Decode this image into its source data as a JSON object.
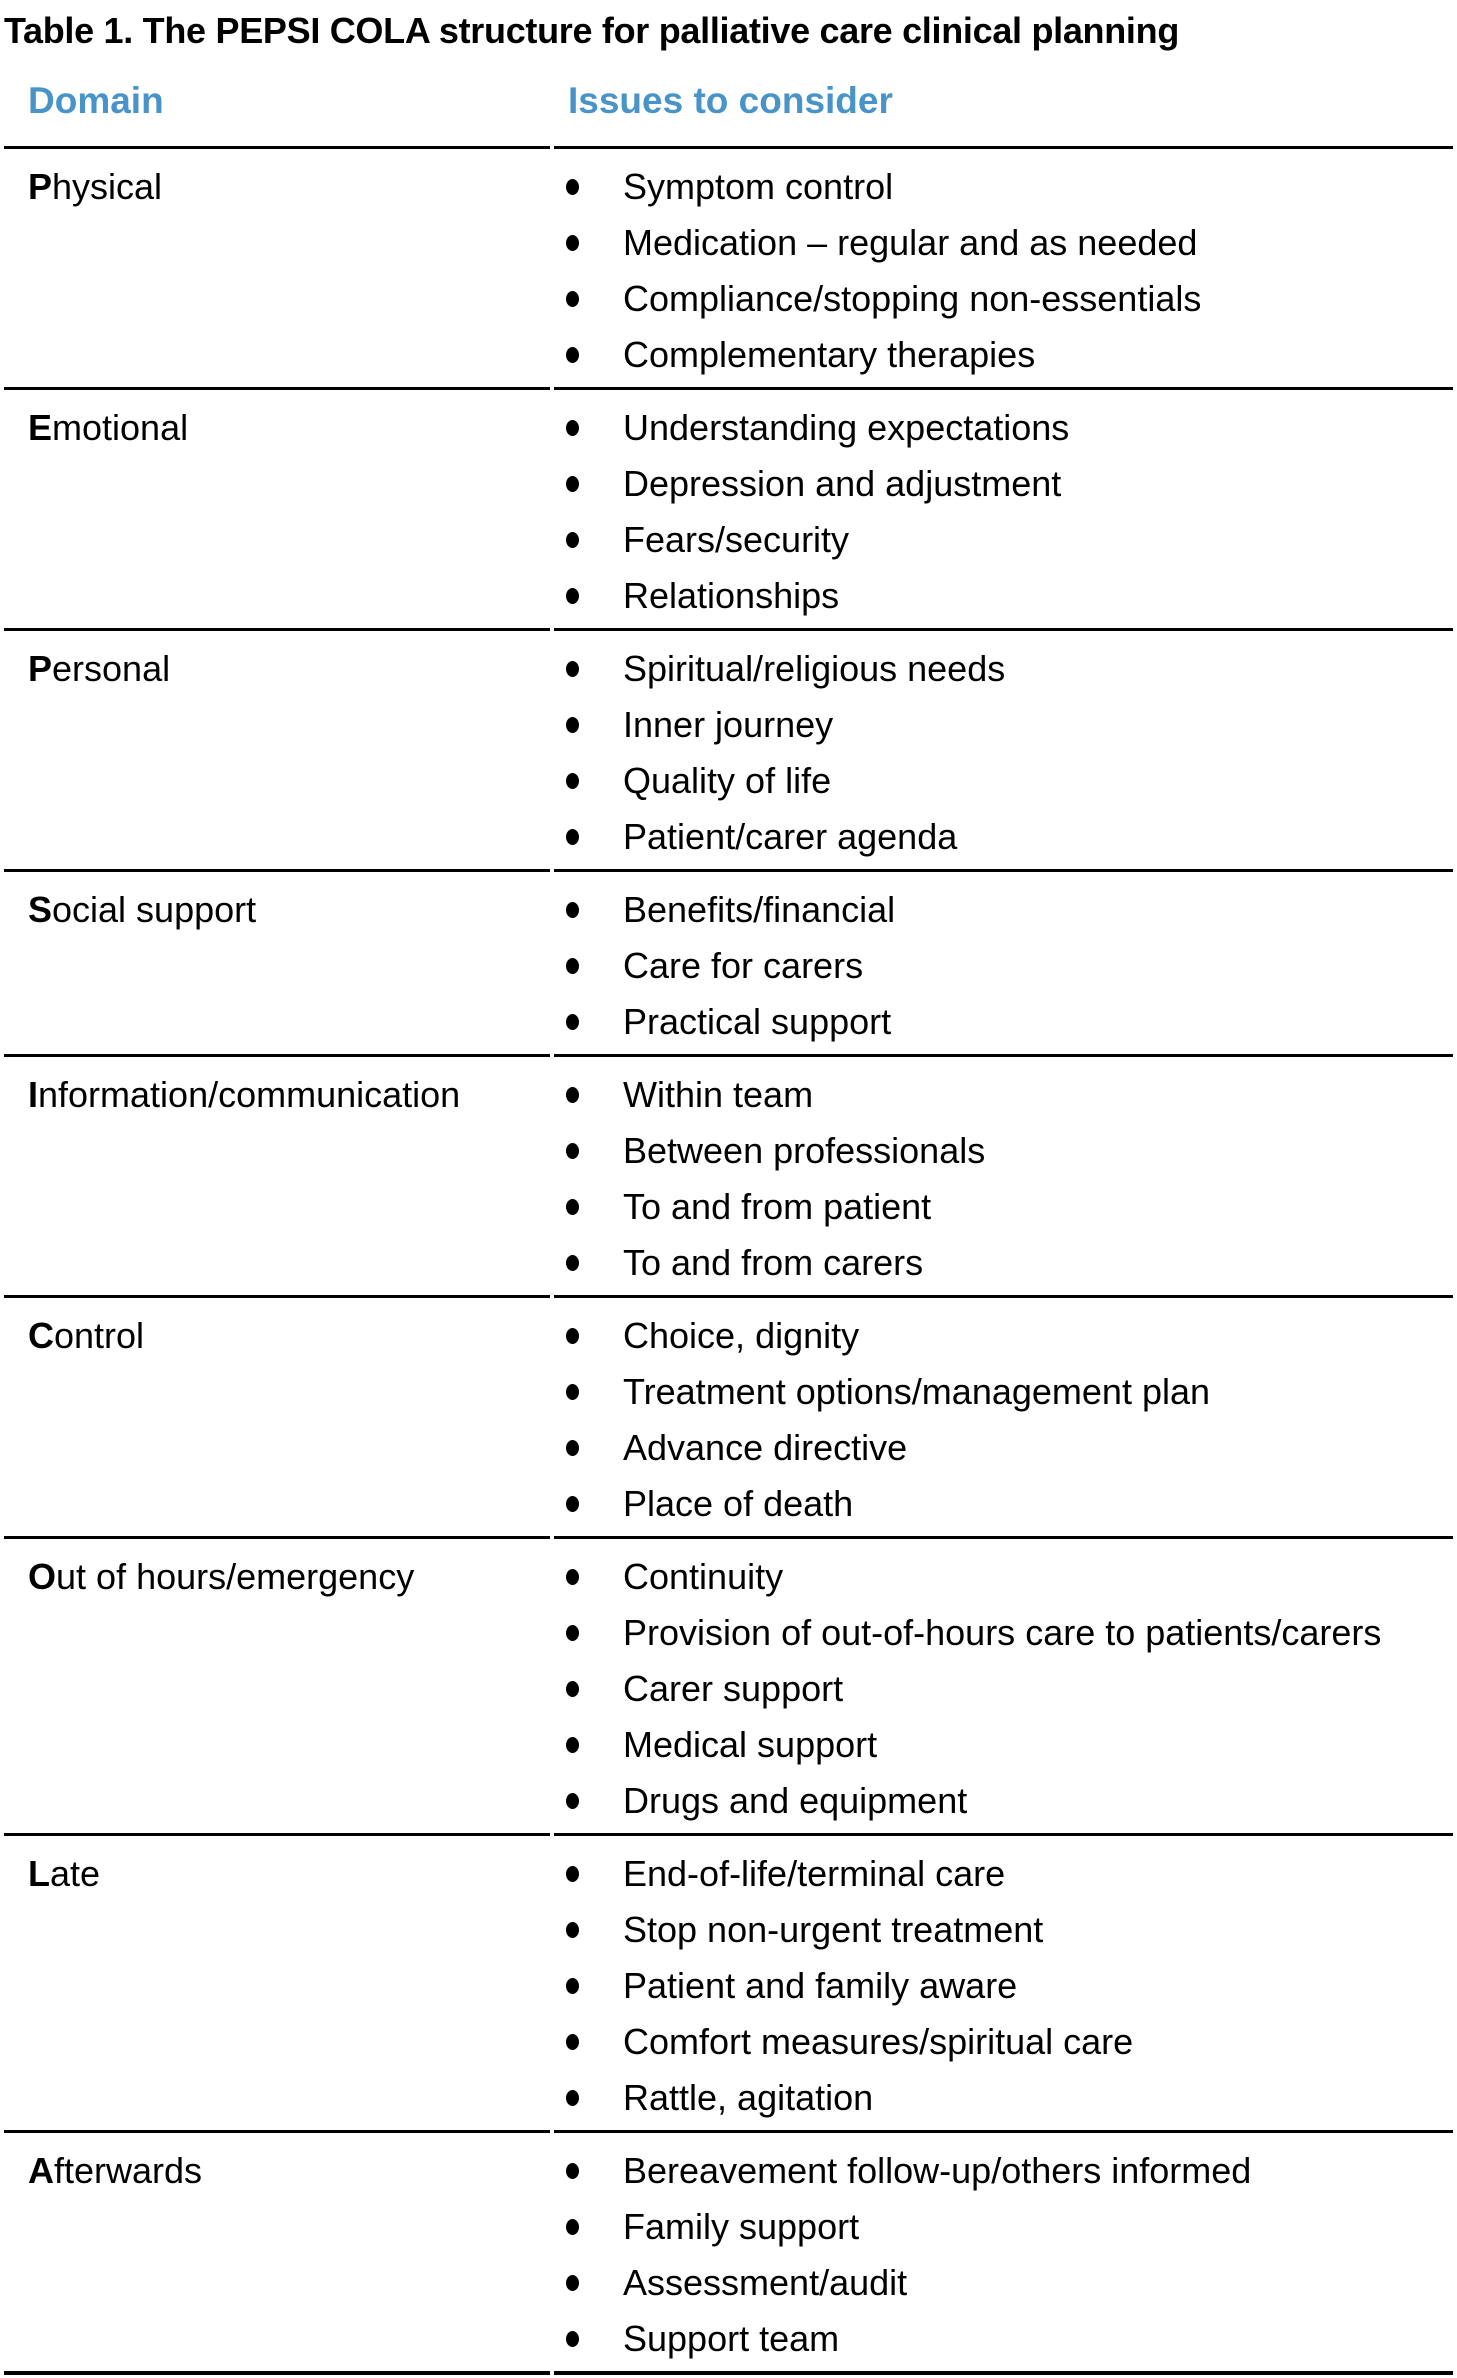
{
  "page": {
    "title": "Table 1. The PEPSI COLA structure for palliative care clinical planning"
  },
  "colors": {
    "header_text": "#4894C8",
    "body_text": "#000000",
    "rule": "#000000",
    "background": "#FFFFFF"
  },
  "icons": {
    "bullet": "filled-dot"
  },
  "table": {
    "columns": [
      {
        "label": "Domain"
      },
      {
        "label": "Issues to consider"
      }
    ],
    "rows": [
      {
        "domain_initial": "P",
        "domain_rest": "hysical",
        "items": [
          "Symptom control",
          "Medication – regular and as needed",
          "Compliance/stopping non-essentials",
          "Complementary therapies"
        ]
      },
      {
        "domain_initial": "E",
        "domain_rest": "motional",
        "items": [
          "Understanding expectations",
          "Depression and adjustment",
          "Fears/security",
          "Relationships"
        ]
      },
      {
        "domain_initial": "P",
        "domain_rest": "ersonal",
        "items": [
          "Spiritual/religious needs",
          "Inner journey",
          "Quality of life",
          "Patient/carer agenda"
        ]
      },
      {
        "domain_initial": "S",
        "domain_rest": "ocial support",
        "items": [
          "Benefits/financial",
          "Care for carers",
          "Practical support"
        ]
      },
      {
        "domain_initial": "I",
        "domain_rest": "nformation/communication",
        "items": [
          "Within team",
          "Between professionals",
          "To and from patient",
          "To and from carers"
        ]
      },
      {
        "domain_initial": "C",
        "domain_rest": "ontrol",
        "items": [
          "Choice, dignity",
          "Treatment options/management plan",
          "Advance directive",
          "Place of death"
        ]
      },
      {
        "domain_initial": "O",
        "domain_rest": "ut of hours/emergency",
        "items": [
          "Continuity",
          "Provision of out-of-hours care to patients/carers",
          "Carer support",
          "Medical support",
          "Drugs and equipment"
        ]
      },
      {
        "domain_initial": "L",
        "domain_rest": "ate",
        "items": [
          "End-of-life/terminal care",
          "Stop non-urgent treatment",
          "Patient and family aware",
          "Comfort measures/spiritual care",
          "Rattle, agitation"
        ]
      },
      {
        "domain_initial": "A",
        "domain_rest": "fterwards",
        "items": [
          "Bereavement follow-up/others informed",
          "Family support",
          "Assessment/audit",
          "Support team"
        ]
      }
    ]
  }
}
